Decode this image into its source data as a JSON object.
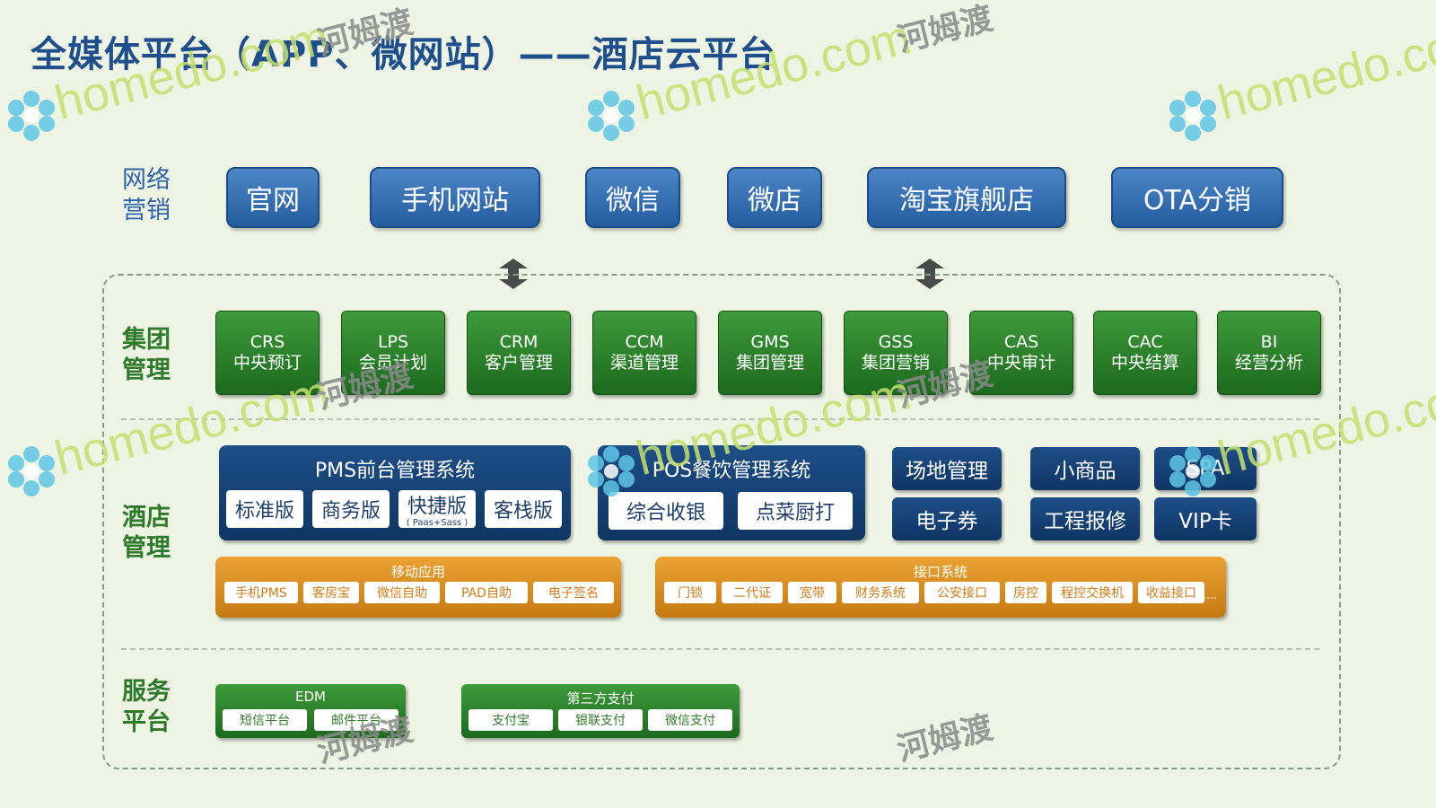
{
  "title": "全媒体平台（APP、微网站）——酒店云平台",
  "row_labels": {
    "network": "网络营销",
    "group": "集团管理",
    "hotel": "酒店管理",
    "service": "服务平台"
  },
  "network_channels": [
    "官网",
    "手机网站",
    "微信",
    "微店",
    "淘宝旗舰店",
    "OTA分销"
  ],
  "group_modules": [
    {
      "code": "CRS",
      "name": "中央预订"
    },
    {
      "code": "LPS",
      "name": "会员计划"
    },
    {
      "code": "CRM",
      "name": "客户管理"
    },
    {
      "code": "CCM",
      "name": "渠道管理"
    },
    {
      "code": "GMS",
      "name": "集团管理"
    },
    {
      "code": "GSS",
      "name": "集团营销"
    },
    {
      "code": "CAS",
      "name": "中央审计"
    },
    {
      "code": "CAC",
      "name": "中央结算"
    },
    {
      "code": "BI",
      "name": "经营分析"
    }
  ],
  "pms": {
    "title": "PMS前台管理系统",
    "editions": [
      "标准版",
      "商务版",
      "快捷版",
      "客栈版"
    ],
    "quick_note": "( Paas+Sass )"
  },
  "pos": {
    "title": "POS餐饮管理系统",
    "items": [
      "综合收银",
      "点菜厨打"
    ]
  },
  "hotel_extras": [
    "场地管理",
    "小商品",
    "SPA",
    "电子券",
    "工程报修",
    "VIP卡"
  ],
  "mobile_apps": {
    "title": "移动应用",
    "items": [
      "手机PMS",
      "客房宝",
      "微信自助",
      "PAD自助",
      "电子签名"
    ]
  },
  "interfaces": {
    "title": "接口系统",
    "items": [
      "门锁",
      "二代证",
      "宽带",
      "财务系统",
      "公安接口",
      "房控",
      "程控交换机",
      "收益接口"
    ],
    "more": "……"
  },
  "edm": {
    "title": "EDM",
    "items": [
      "短信平台",
      "邮件平台"
    ]
  },
  "payment": {
    "title": "第三方支付",
    "items": [
      "支付宝",
      "银联支付",
      "微信支付"
    ]
  },
  "watermark": {
    "brand": "homedo.com",
    "cn": "河姆渡"
  },
  "colors": {
    "title": "#1f4e8c",
    "network_button": "#2f6db0",
    "group_button": "#2a8030",
    "hotel_box": "#163f72",
    "orange_box": "#d98c1f",
    "service_box": "#2f8530"
  }
}
